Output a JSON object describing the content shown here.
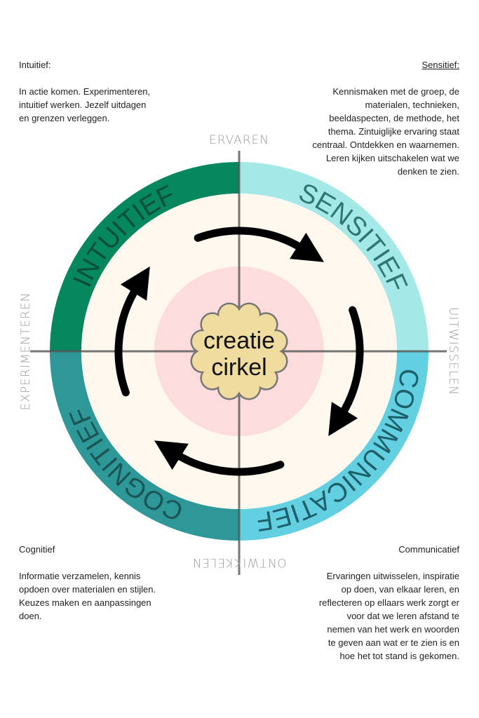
{
  "colors": {
    "intuitief": "#07875e",
    "sensitief": "#a5e8e8",
    "communicatief": "#62d0e0",
    "cognitief": "#2e9898",
    "inner": "#fef8ee",
    "core": "#fcdcdc",
    "flower": "#f0dc9e"
  },
  "blocks": {
    "intuitief": {
      "title": "Intuitief:",
      "lines": [
        "In actie komen. Experimenteren,",
        "intuitief werken. Jezelf uitdagen",
        "en grenzen verleggen."
      ]
    },
    "sensitief": {
      "title": "Sensitief:",
      "lines": [
        "Kennismaken met de groep, de",
        "materialen, technieken,",
        "beeldaspecten, de methode, het",
        "thema. Zintuiglijke ervaring staat",
        "centraal. Ontdekken en waarnemen.",
        "Leren kijken uitschakelen wat we",
        "denken te zien."
      ]
    },
    "cognitief": {
      "title": "Cognitief",
      "lines": [
        "Informatie verzamelen, kennis",
        "opdoen over materialen en stijlen.",
        "Keuzes maken en aanpassingen",
        "doen."
      ]
    },
    "communicatief": {
      "title": "Communicatief",
      "lines": [
        "Ervaringen uitwisselen, inspiratie",
        "op doen, van elkaar leren, en",
        "reflecteren op ellaars werk zorgt er",
        "voor dat we leren afstand te",
        "nemen van het werk en woorden",
        "te geven aan wat er te zien is en",
        "hoe het tot stand is gekomen."
      ]
    }
  },
  "ring_labels": {
    "intuitief": "INTUITIEF",
    "sensitief": "SENSITIEF",
    "communicatief": "COMMUNICATIEF",
    "cognitief": "COGNITIEF"
  },
  "axes": {
    "top": "ERVAREN",
    "right": "UITWISSELEN",
    "bottom": "ONTWIKKELEN",
    "left": "EXPERIMENTEREN"
  },
  "center": {
    "line1": "creatie",
    "line2": "cirkel"
  }
}
